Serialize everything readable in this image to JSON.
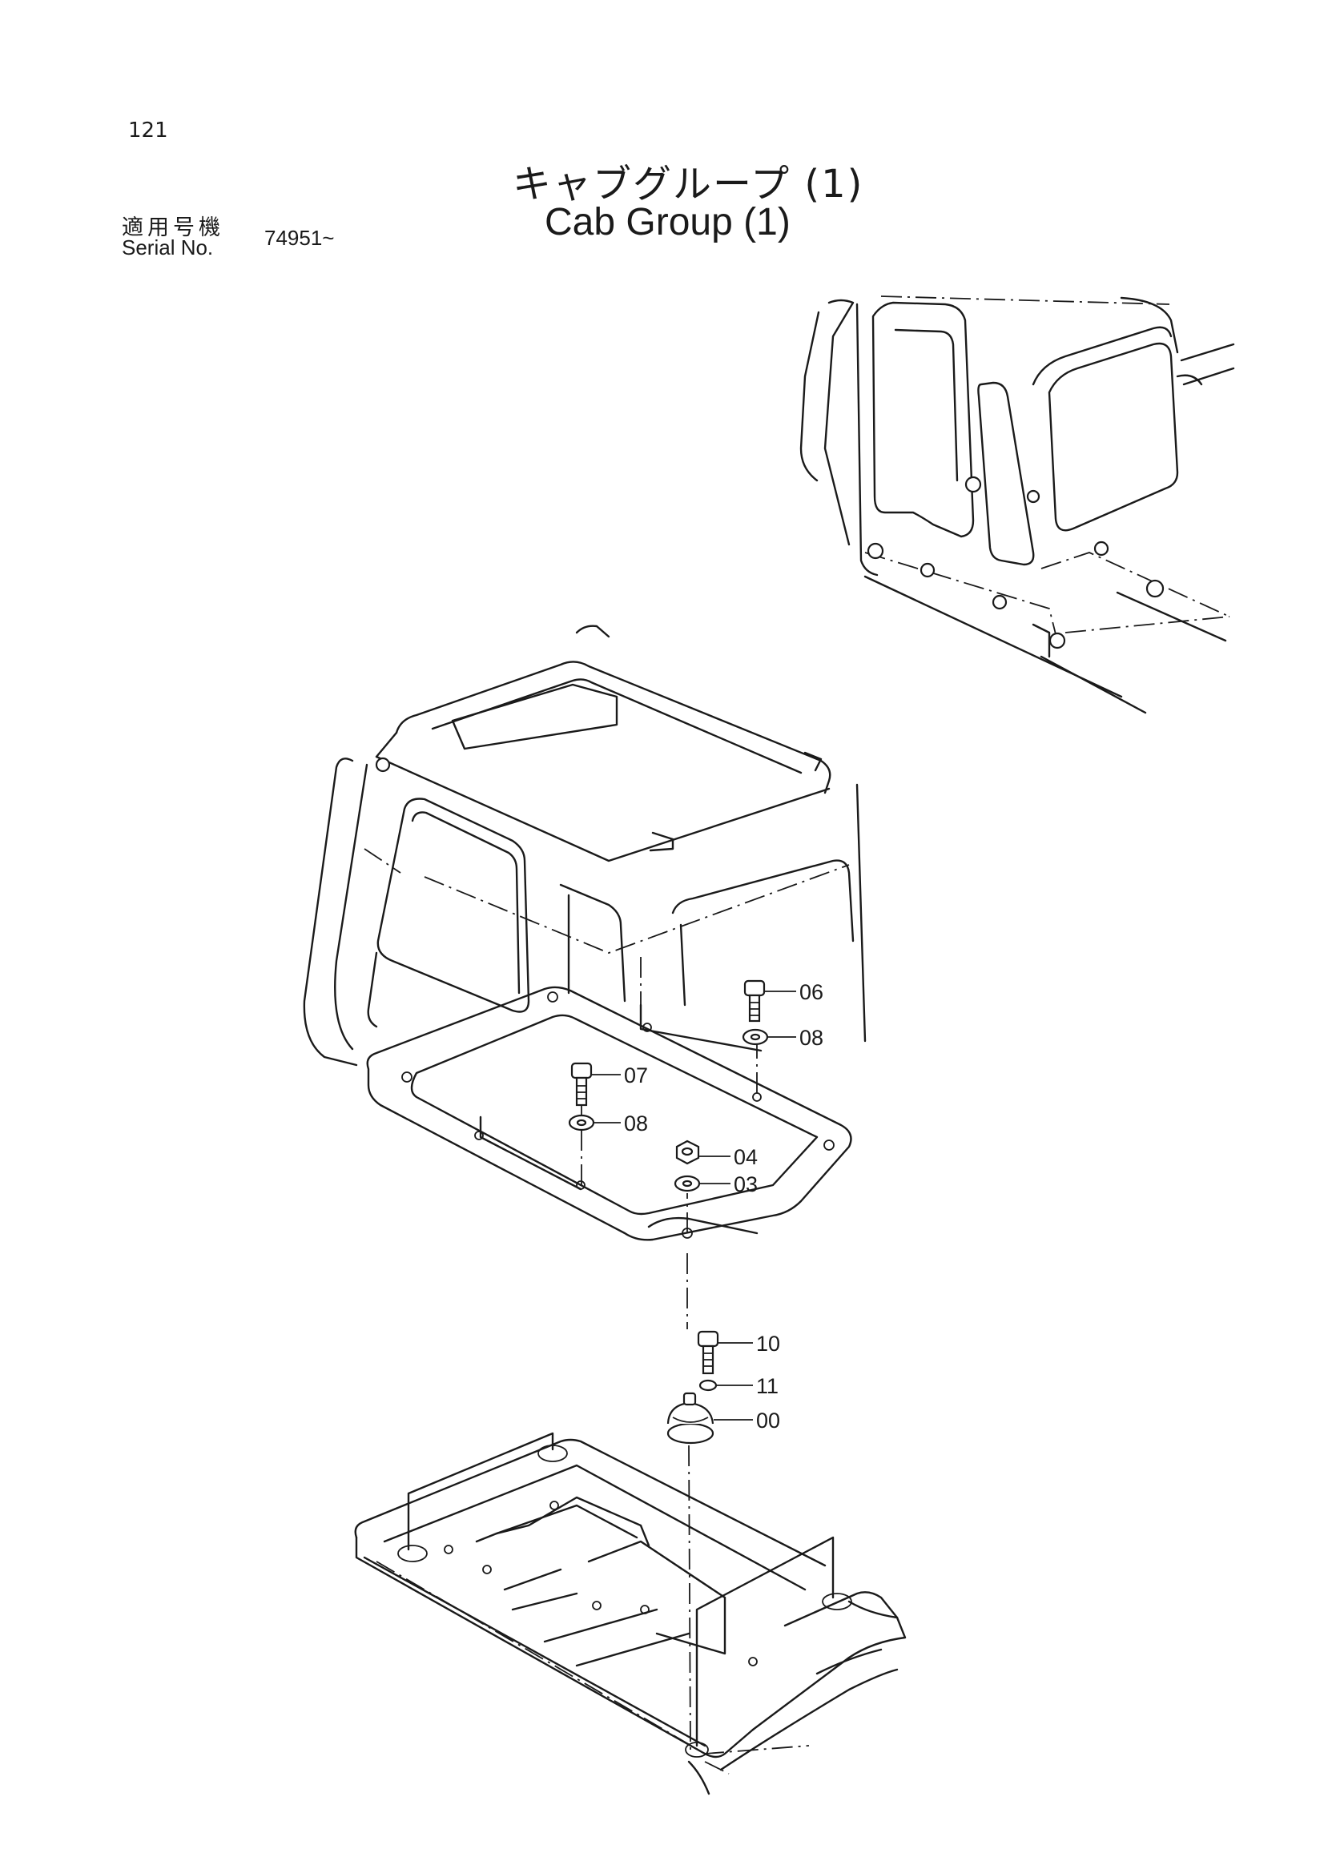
{
  "page_number": "121",
  "title_jp": "キャブグループ (1)",
  "title_en": "Cab Group (1)",
  "serial_label_jp": "適用号機",
  "serial_label_en": "Serial No.",
  "serial_number": "74951~",
  "callouts": {
    "c06": "06",
    "c08a": "08",
    "c07": "07",
    "c08b": "08",
    "c04": "04",
    "c03": "03",
    "c10": "10",
    "c11": "11",
    "c00": "00"
  }
}
